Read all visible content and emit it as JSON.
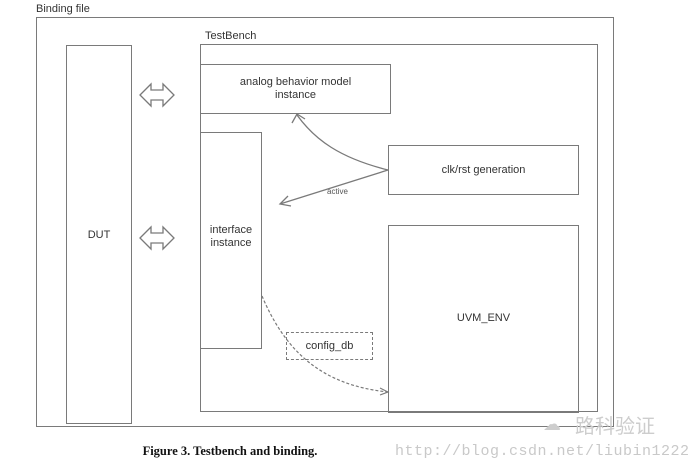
{
  "diagram": {
    "binding_file_label": "Binding file",
    "testbench_label": "TestBench",
    "dut_label": "DUT",
    "analog_model_label": "analog behavior model\ninstance",
    "interface_label": "interface\ninstance",
    "clk_rst_label": "clk/rst generation",
    "uvm_env_label": "UVM_ENV",
    "config_db_label": "config_db",
    "active_label": "active"
  },
  "caption": "Figure 3. Testbench and binding.",
  "watermark": {
    "brand_text": "路科验证",
    "url_text": "http://blog.csdn.net/liubin1222",
    "logo_icon": "wechat-icon"
  },
  "colors": {
    "line": "#7a7a7a",
    "text": "#333333",
    "watermark": "#cdcdcd"
  }
}
